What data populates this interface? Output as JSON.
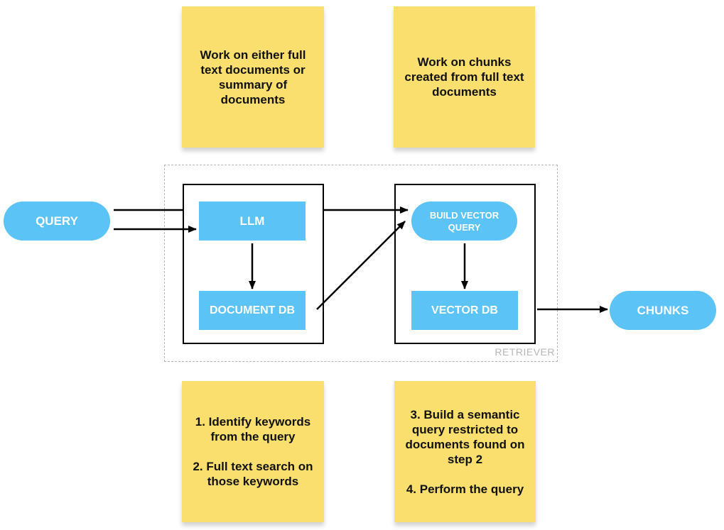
{
  "notes": {
    "top_left": {
      "lines": [
        "Work on either full",
        "text documents or",
        "summary of",
        "documents"
      ]
    },
    "top_right": {
      "lines": [
        "Work on chunks",
        "created from full text",
        "documents"
      ]
    },
    "bottom_left": {
      "lines": [
        "1. Identify keywords",
        "from the query",
        "",
        "2. Full text search on",
        "those keywords"
      ]
    },
    "bottom_right": {
      "lines": [
        "3. Build a semantic",
        "query restricted to",
        "documents found on",
        "step 2",
        "",
        "4. Perform the query"
      ]
    }
  },
  "retriever": {
    "label": "RETRIEVER"
  },
  "nodes": {
    "query": "QUERY",
    "llm": "LLM",
    "document_db": "DOCUMENT DB",
    "build_vector_query": {
      "line1": "BUILD VECTOR",
      "line2": "QUERY"
    },
    "vector_db": "VECTOR DB",
    "chunks": "CHUNKS"
  },
  "colors": {
    "node_fill": "#5bc3f5",
    "sticky_note": "#fade6e",
    "retriever_border": "#b5b5b5"
  }
}
